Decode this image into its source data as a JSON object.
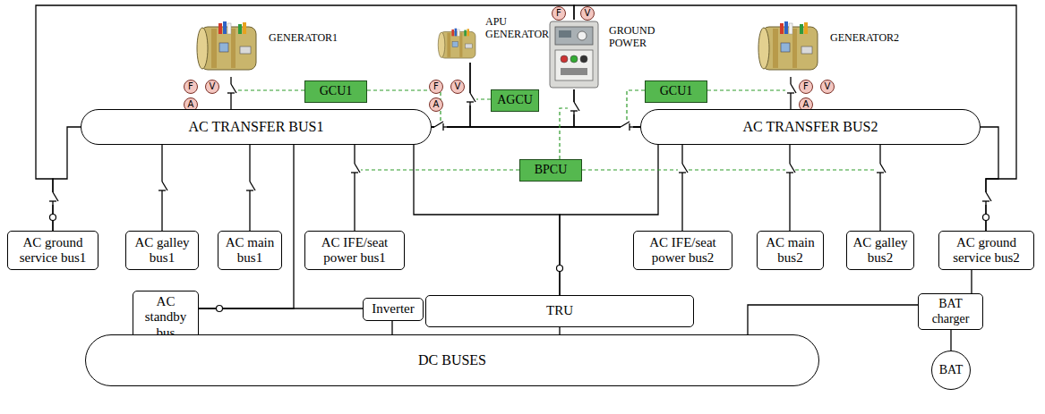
{
  "diagram": {
    "nodes": [
      {
        "text": [
          "GENERATOR1"
        ]
      },
      {
        "text": [
          "F"
        ]
      },
      {
        "text": [
          "V"
        ]
      },
      {
        "text": [
          "A"
        ]
      },
      {
        "text": [
          "APU GENERATOR"
        ]
      },
      {
        "text": [
          "F"
        ]
      },
      {
        "text": [
          "V"
        ]
      },
      {
        "text": [
          "A"
        ]
      },
      {
        "text": [
          "GROUND POWER"
        ]
      },
      {
        "text": [
          "F"
        ]
      },
      {
        "text": [
          "V"
        ]
      },
      {
        "text": [
          "GENERATOR2"
        ]
      },
      {
        "text": [
          "F"
        ]
      },
      {
        "text": [
          "V"
        ]
      },
      {
        "text": [
          "A"
        ]
      },
      {
        "text": [
          "GCU1"
        ]
      },
      {
        "text": [
          "AGCU"
        ]
      },
      {
        "text": [
          "GCU1"
        ]
      },
      {
        "text": [
          "AC TRANSFER BUS1"
        ]
      },
      {
        "text": [
          "AC TRANSFER BUS2"
        ]
      },
      {
        "text": [
          "BPCU"
        ]
      },
      {
        "text": [
          "AC ground service bus1"
        ]
      },
      {
        "text": [
          "AC galley bus1"
        ]
      },
      {
        "text": [
          "AC main bus1"
        ]
      },
      {
        "text": [
          "AC IFE/seat power bus1"
        ]
      },
      {
        "text": [
          "AC IFE/seat power bus2"
        ]
      },
      {
        "text": [
          "AC main bus2"
        ]
      },
      {
        "text": [
          "AC galley bus2"
        ]
      },
      {
        "text": [
          "AC ground service bus2"
        ]
      },
      {
        "text": [
          "AC standby bus"
        ]
      },
      {
        "text": [
          "Inverter"
        ]
      },
      {
        "text": [
          "TRU"
        ]
      },
      {
        "text": [
          "BAT charger"
        ]
      },
      {
        "text": [
          "DC BUSES"
        ]
      },
      {
        "text": [
          "BAT"
        ]
      }
    ],
    "edges": [
      {
        "from": 0,
        "to": 18,
        "arrow": "none"
      },
      {
        "from": 4,
        "to": 18,
        "arrow": "none"
      },
      {
        "from": 4,
        "to": 19,
        "arrow": "none"
      },
      {
        "from": 8,
        "to": 18,
        "arrow": "none"
      },
      {
        "from": 8,
        "to": 19,
        "arrow": "none"
      },
      {
        "from": 18,
        "to": 19,
        "arrow": "none"
      },
      {
        "from": 11,
        "to": 19,
        "arrow": "none"
      },
      {
        "from": 8,
        "to": 21,
        "arrow": "none"
      },
      {
        "from": 18,
        "to": 21,
        "arrow": "none"
      },
      {
        "from": 8,
        "to": 28,
        "arrow": "none"
      },
      {
        "from": 19,
        "to": 28,
        "arrow": "none"
      },
      {
        "from": 18,
        "to": 22,
        "arrow": "none"
      },
      {
        "from": 18,
        "to": 23,
        "arrow": "none"
      },
      {
        "from": 18,
        "to": 24,
        "arrow": "none"
      },
      {
        "from": 19,
        "to": 25,
        "arrow": "none"
      },
      {
        "from": 19,
        "to": 26,
        "arrow": "none"
      },
      {
        "from": 19,
        "to": 27,
        "arrow": "none"
      },
      {
        "from": 18,
        "to": 31,
        "arrow": "none"
      },
      {
        "from": 19,
        "to": 31,
        "arrow": "none"
      },
      {
        "from": 18,
        "to": 29,
        "arrow": "none"
      },
      {
        "from": 30,
        "to": 29,
        "arrow": "none"
      },
      {
        "from": 30,
        "to": 33,
        "arrow": "none"
      },
      {
        "from": 31,
        "to": 33,
        "arrow": "none"
      },
      {
        "from": 28,
        "to": 32,
        "arrow": "none"
      },
      {
        "from": 32,
        "to": 33,
        "arrow": "none"
      },
      {
        "from": 34,
        "to": 32,
        "arrow": "none"
      }
    ]
  }
}
